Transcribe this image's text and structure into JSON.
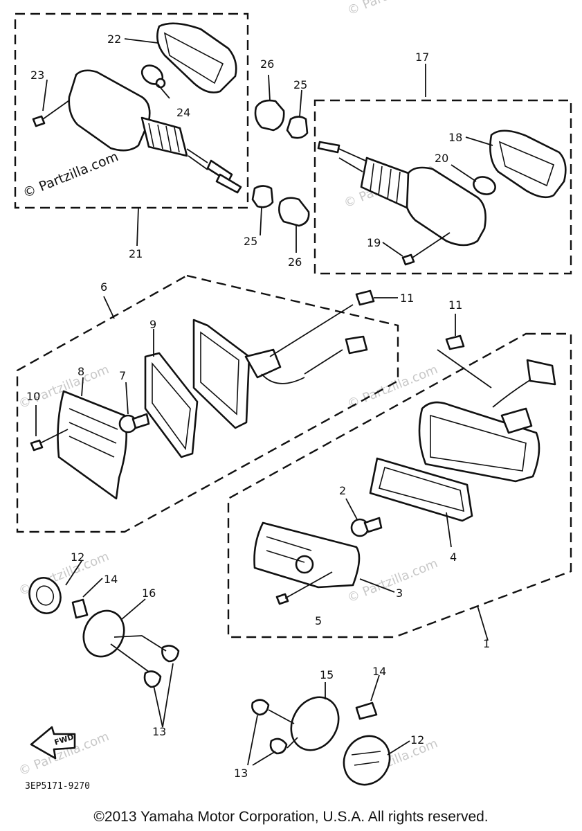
{
  "callouts": {
    "c1": "1",
    "c2": "2",
    "c3": "3",
    "c4": "4",
    "c5": "5",
    "c6": "6",
    "c7": "7",
    "c8": "8",
    "c9": "9",
    "c10": "10",
    "c11a": "11",
    "c11b": "11",
    "c12a": "12",
    "c12b": "12",
    "c13a": "13",
    "c13b": "13",
    "c14a": "14",
    "c14b": "14",
    "c15": "15",
    "c16": "16",
    "c17": "17",
    "c18": "18",
    "c19": "19",
    "c20": "20",
    "c21": "21",
    "c22": "22",
    "c23": "23",
    "c24": "24",
    "c25a": "25",
    "c25b": "25",
    "c26a": "26",
    "c26b": "26"
  },
  "fwd_label": "FWD",
  "diagram_code": "3EP5171-9270",
  "watermark": "© Partzilla.com",
  "footer": "©2013  Yamaha Motor Corporation, U.S.A. All rights reserved.",
  "colors": {
    "line": "#111111",
    "background": "#ffffff",
    "watermark": "#c8c8c8"
  }
}
